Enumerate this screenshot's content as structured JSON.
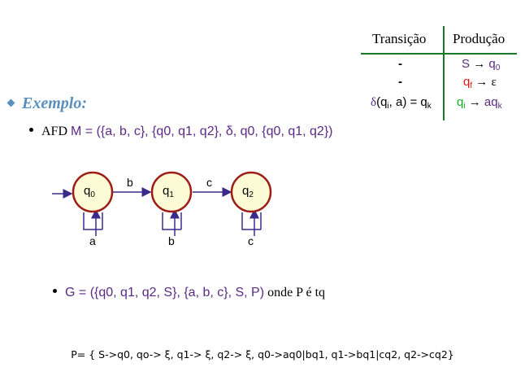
{
  "table": {
    "headers": [
      "Transição",
      "Produção"
    ],
    "rows": [
      {
        "transition": "-",
        "production": {
          "lhs": "S",
          "arrow": "→",
          "rhs": "q",
          "rhs_sub": "0"
        }
      },
      {
        "transition": "-",
        "production": {
          "lhs": "q",
          "lhs_sub": "f",
          "arrow": "→",
          "rhs": "ε"
        }
      },
      {
        "transition": {
          "delta": "δ",
          "open": "(q",
          "sub": "i",
          "rest": ", a) = q",
          "sub2": "k"
        },
        "production": {
          "lhs": "q",
          "lhs_sub": "i",
          "arrow": "→",
          "rhs": "aq",
          "rhs_sub": "k"
        }
      }
    ],
    "colors": {
      "purple": "#5a2a86",
      "red": "#ee1111",
      "green": "#11aa22",
      "divider": "#1a7a2a"
    }
  },
  "example": {
    "title": "Exemplo:",
    "afd_prefix": "AFD ",
    "afd_M": "M",
    "afd_def": "= ({a, b, c}, {q0, q1, q2}, δ, q0, {q0, q1, q2})"
  },
  "diagram": {
    "states": [
      {
        "label": "q",
        "sub": "0"
      },
      {
        "label": "q",
        "sub": "1"
      },
      {
        "label": "q",
        "sub": "2"
      }
    ],
    "transitions": [
      "b",
      "c"
    ],
    "loops": [
      "a",
      "b",
      "c"
    ],
    "colors": {
      "state_fill": "#fdfbd5",
      "state_border": "#9c1c16",
      "arrow": "#3b2a8a"
    }
  },
  "grammar": {
    "G": "G",
    "def": "= ({q0, q1, q2, S}, {a, b, c}, S, P)",
    "suffix": " onde P é tq"
  },
  "footer": "P= { S->q0, qo-> ξ, q1-> ξ, q2-> ξ,  q0->aq0|bq1,  q1->bq1|cq2,  q2->cq2}"
}
